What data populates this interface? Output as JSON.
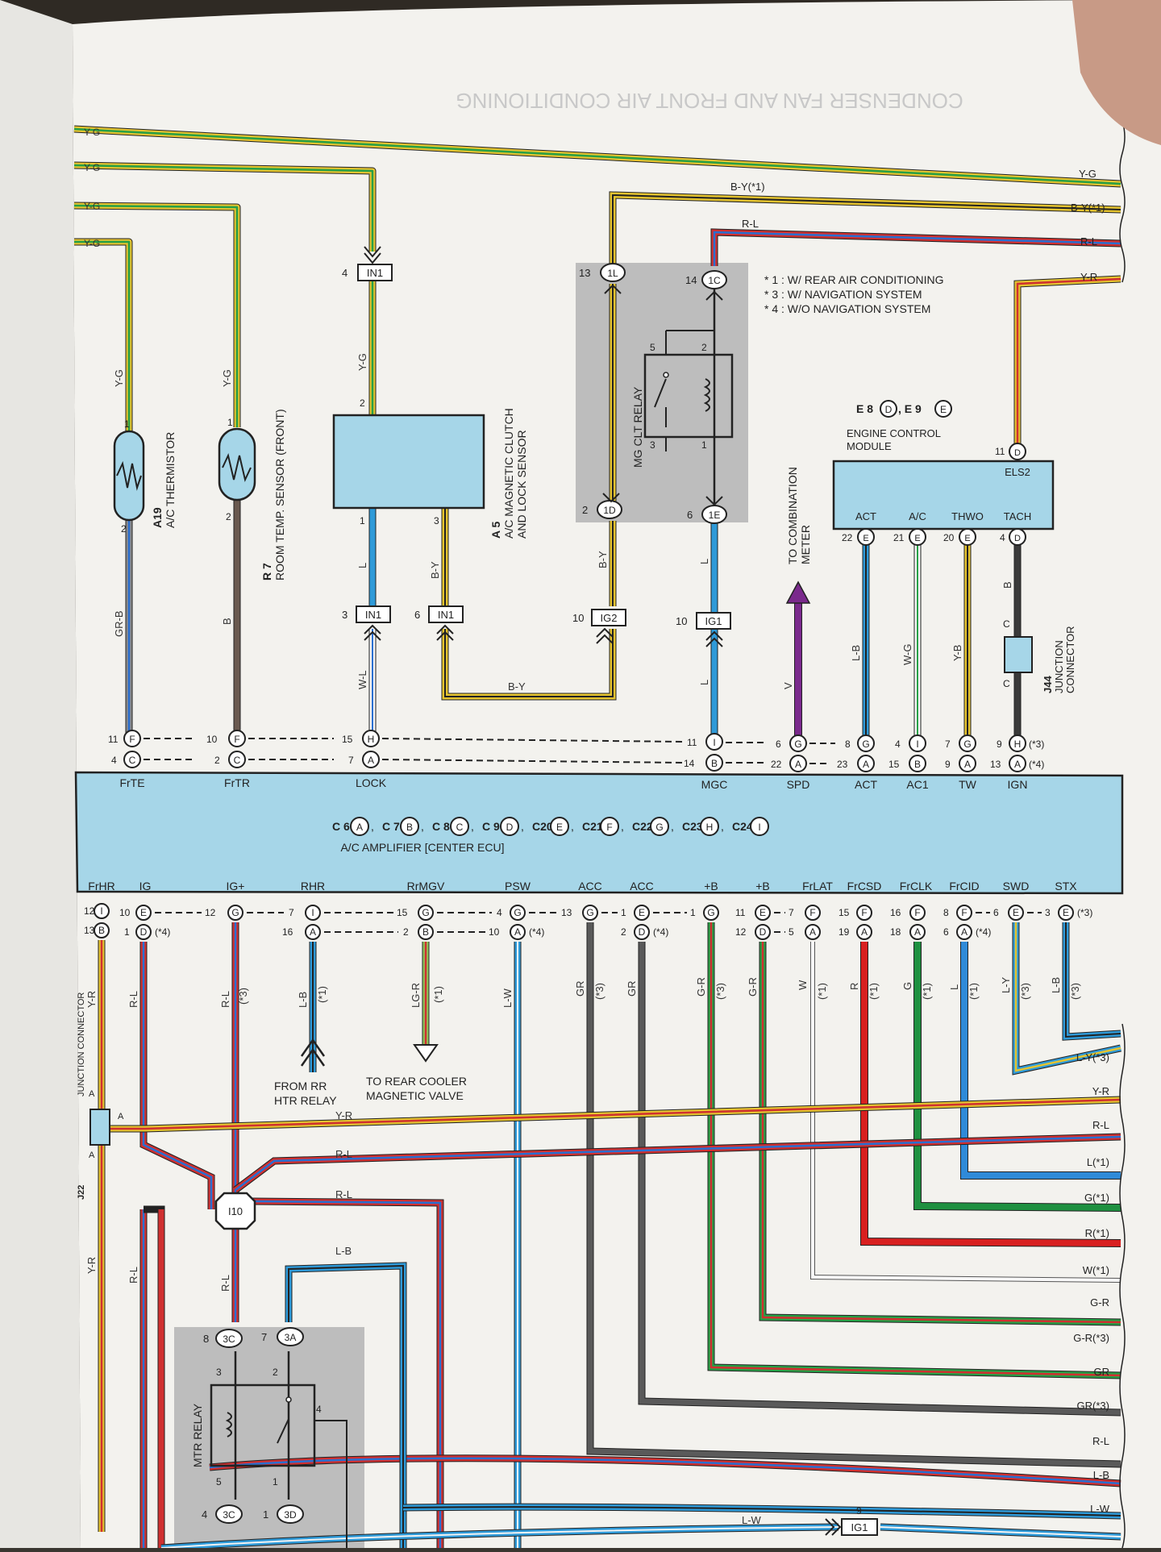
{
  "header_text": "CONDENSER FAN AND FRONT AIR CONDITIONING",
  "notes": [
    "* 1 : W/ REAR AIR CONDITIONING",
    "* 3 : W/ NAVIGATION SYSTEM",
    "* 4 : W/O NAVIGATION SYSTEM"
  ],
  "left_edge_labels": [
    "Y-G",
    "Y-G",
    "Y-G",
    "Y-G"
  ],
  "right_edge_top": [
    "Y-G",
    "B-Y(*1)",
    "R-L",
    "Y-R"
  ],
  "top_wires": {
    "by1": "B-Y(*1)",
    "rl": "R-L"
  },
  "right_edge_bottom": [
    "L-Y(*3)",
    "Y-R",
    "R-L",
    "L(*1)",
    "G(*1)",
    "R(*1)",
    "W(*1)",
    "G-R",
    "G-R(*3)",
    "GR",
    "GR(*3)",
    "R-L",
    "L-B",
    "L-W"
  ],
  "components": {
    "a19": {
      "id": "A19",
      "name": "A/C THERMISTOR"
    },
    "r7": {
      "id": "R 7",
      "name": "ROOM TEMP. SENSOR (FRONT)"
    },
    "a5": {
      "id": "A 5",
      "name1": "A/C MAGNETIC CLUTCH",
      "name2": "AND LOCK SENSOR"
    },
    "mgclt": {
      "name": "MG CLT RELAY"
    },
    "ecm": {
      "title1": "E 8",
      "ec1": "D",
      "title2": ", E 9",
      "ec2": "E",
      "name1": "ENGINE CONTROL",
      "name2": "MODULE",
      "pins": [
        "ACT",
        "A/C",
        "THWO",
        "TACH"
      ],
      "top_pin": "ELS2"
    },
    "combo": {
      "line1": "TO COMBINATION",
      "line2": "METER"
    },
    "j44": {
      "id": "J44",
      "name1": "JUNCTION",
      "name2": "CONNECTOR"
    },
    "amp": {
      "name": "A/C AMPLIFIER [CENTER ECU]",
      "connectors": [
        [
          "C 6",
          "A"
        ],
        [
          "C 7",
          "B"
        ],
        [
          "C 8",
          "C"
        ],
        [
          "C 9",
          "D"
        ],
        [
          "C20",
          "E"
        ],
        [
          "C21",
          "F"
        ],
        [
          "C22",
          "G"
        ],
        [
          "C23",
          "H"
        ],
        [
          "C24",
          "I"
        ]
      ],
      "top_pins": [
        "FrTE",
        "FrTR",
        "LOCK",
        "MGC",
        "SPD",
        "ACT",
        "AC1",
        "TW",
        "IGN"
      ],
      "bottom_pins": [
        "FrHR",
        "IG",
        "IG+",
        "RHR",
        "RrMGV",
        "PSW",
        "ACC",
        "ACC",
        "+B",
        "+B",
        "FrLAT",
        "FrCSD",
        "FrCLK",
        "FrCID",
        "SWD",
        "STX"
      ]
    },
    "rr_htr": {
      "line1": "FROM RR",
      "line2": "HTR RELAY"
    },
    "rear_cooler": {
      "line1": "TO REAR COOLER",
      "line2": "MAGNETIC VALVE"
    },
    "j22": {
      "name1": "JUNCTION CONNECTOR",
      "id": "J22"
    },
    "i10": {
      "id": "I10"
    },
    "mtr": {
      "name": "MTR RELAY"
    }
  },
  "connectors": {
    "in1": "IN1",
    "ig2": "IG2",
    "ig1": "IG1",
    "c1l": "1L",
    "c1c": "1C",
    "c1d": "1D",
    "c1e": "1E",
    "c3c": "3C",
    "c3a": "3A",
    "c3d": "3D"
  },
  "wire_colors": {
    "YG_1": "Y-G",
    "YG_2": "Y-G",
    "YG_3": "Y-G",
    "GRB": "GR-B",
    "B": "B",
    "L_a5": "L",
    "BY_a5": "B-Y",
    "WL": "W-L",
    "BY_low": "B-Y",
    "BY_relay": "B-Y",
    "L_relay": "L",
    "L_low": "L",
    "V": "V",
    "LB": "L-B",
    "WG": "W-G",
    "YB": "Y-B",
    "B_j44": "B",
    "C_j44": "C",
    "YR_left": "Y-R",
    "RL_ig": "R-L",
    "RL_igp": "R-L",
    "LB_rhr": "L-B",
    "LGR": "LG-R",
    "LW": "L-W",
    "GR": "GR",
    "GR2": "GR",
    "GR_b": "G-R",
    "GR_b2": "G-R",
    "W": "W",
    "R": "R",
    "G": "G",
    "L": "L",
    "LY": "L-Y",
    "LB_stx": "L-B",
    "YR_h": "Y-R",
    "RL_h1": "R-L",
    "RL_h2": "R-L",
    "LB_mtr": "L-B",
    "RL_mtr": "R-L",
    "RL_mtr2": "R-L",
    "YR_low": "Y-R",
    "LW_low": "L-W"
  },
  "bottom_connector": {
    "pin": "9",
    "id": "IG1"
  }
}
